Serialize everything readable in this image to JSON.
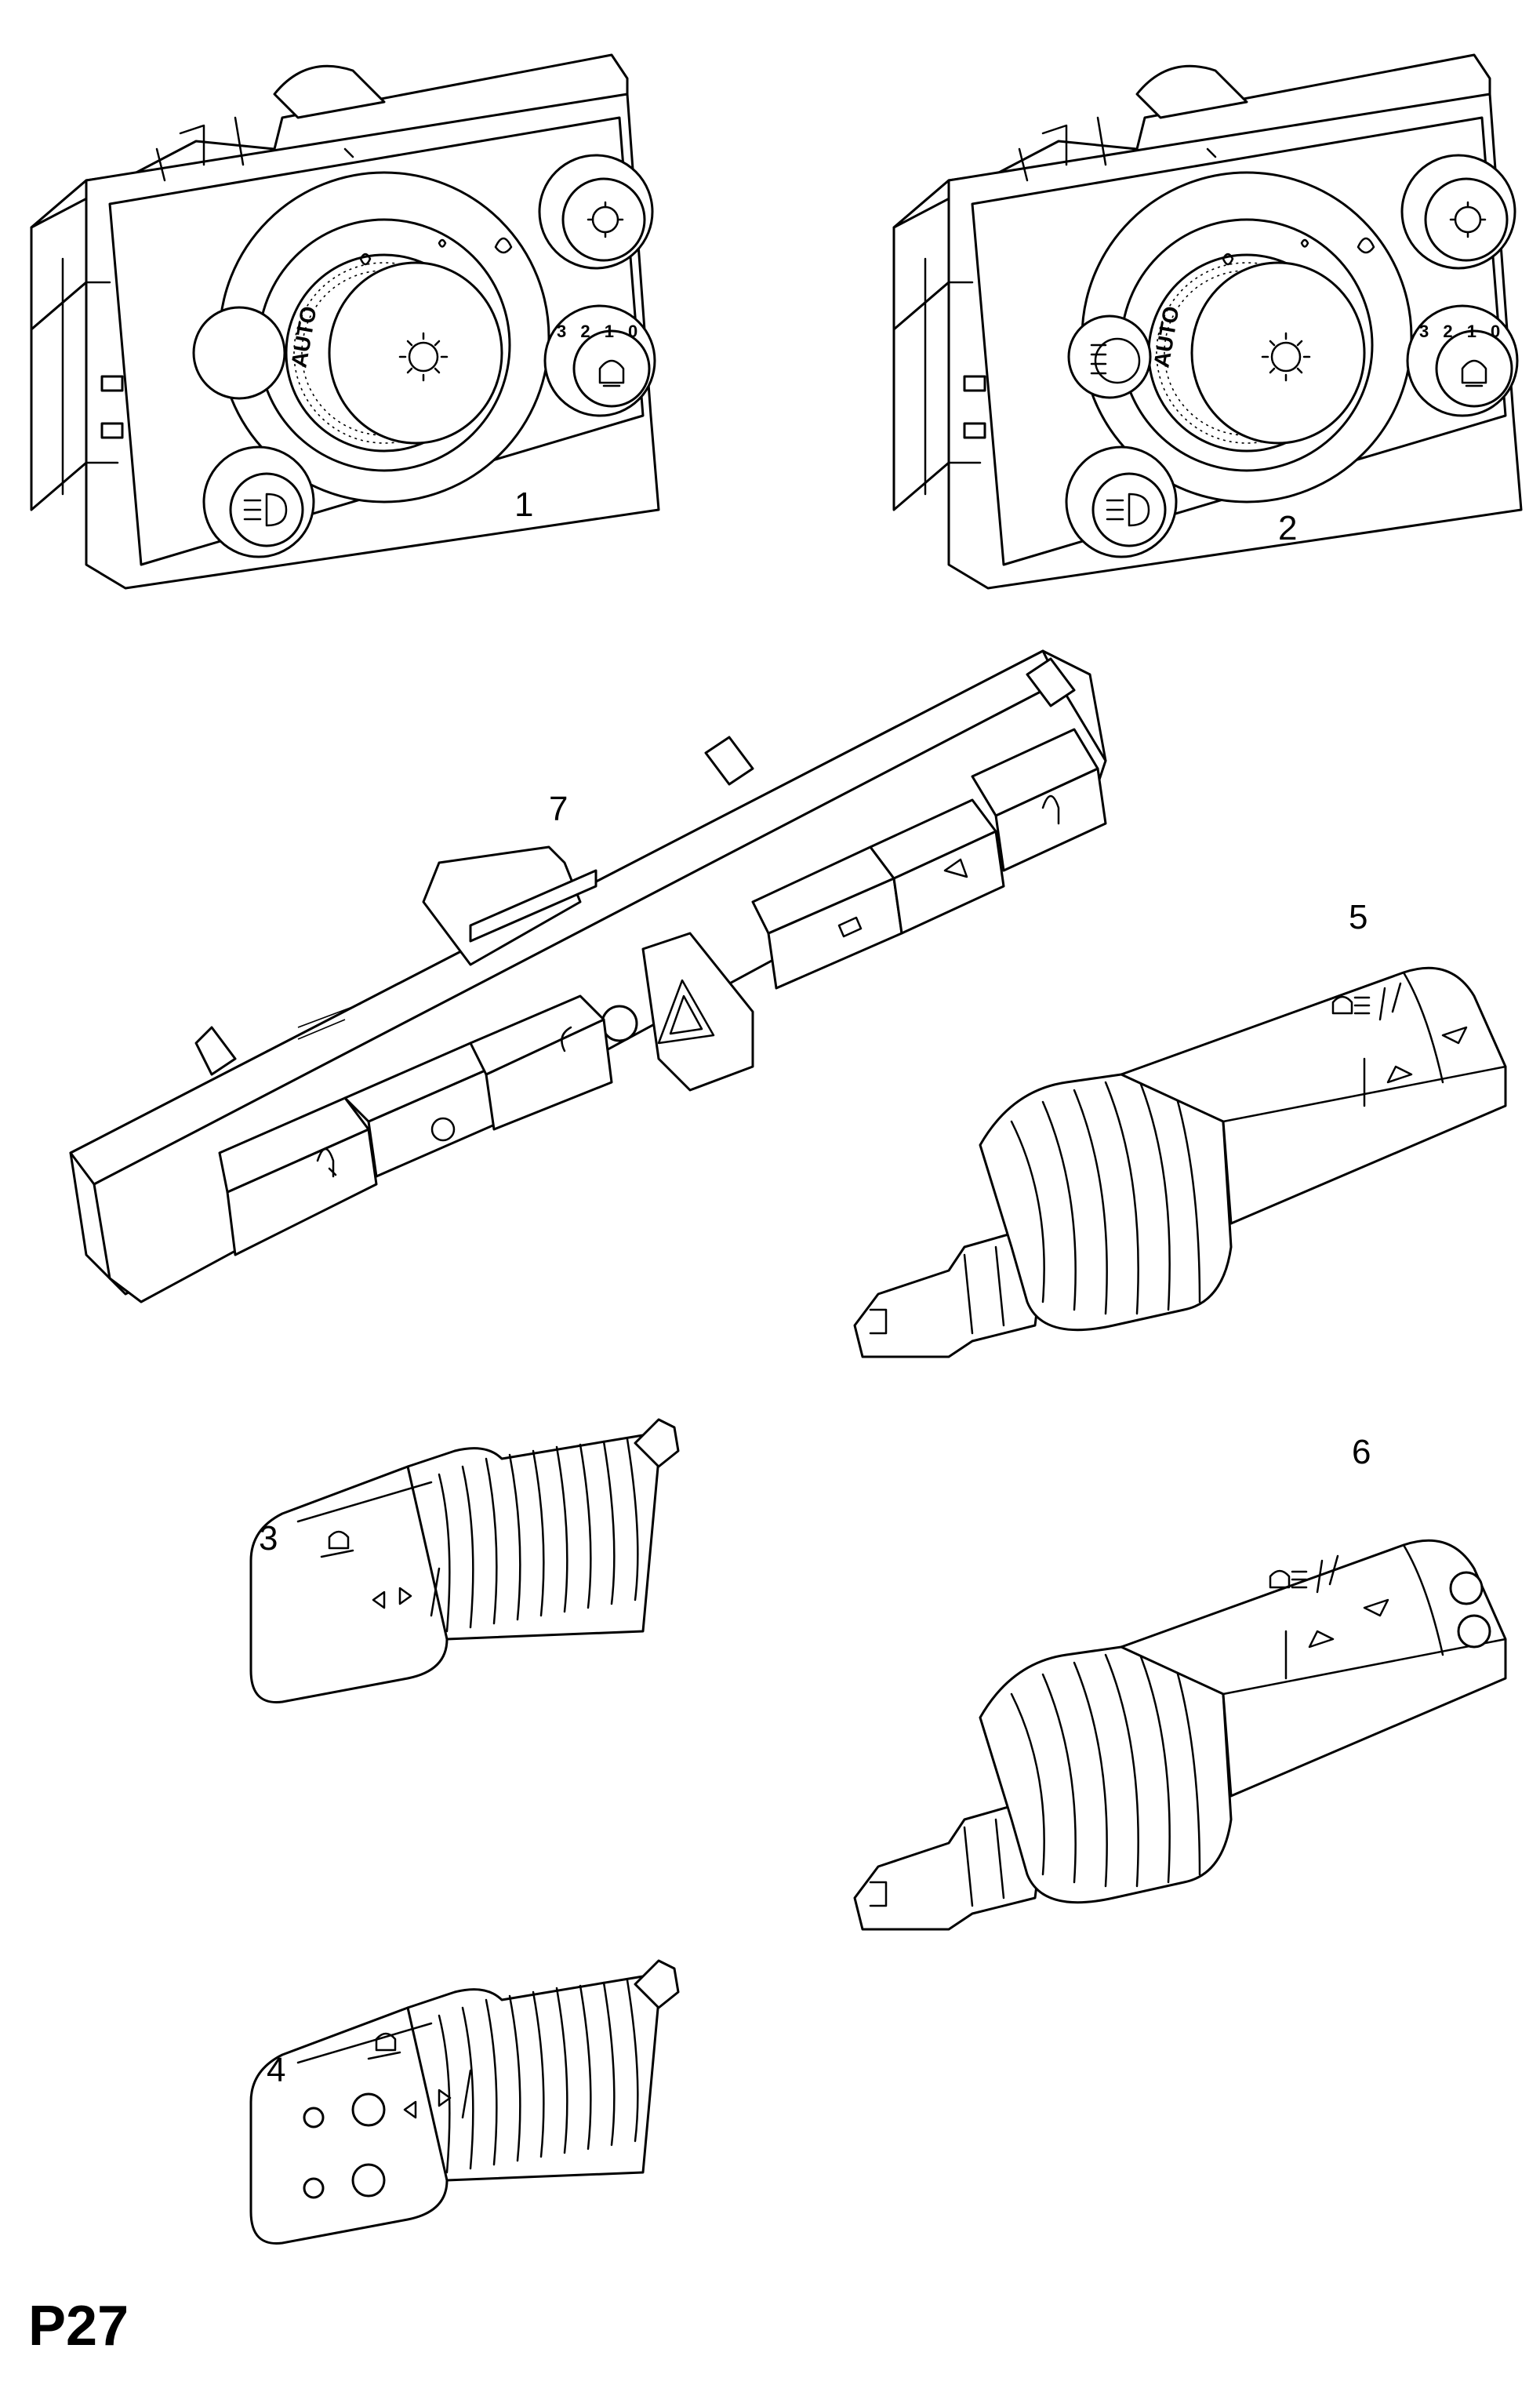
{
  "diagram": {
    "page_code": "P27",
    "parts": [
      {
        "id": "heater-control-panel-1",
        "callout": "1",
        "knob_text": "AUTO",
        "dial_marks": "3 2 1 0"
      },
      {
        "id": "heater-control-panel-2",
        "callout": "2",
        "knob_text": "AUTO",
        "dial_marks": "3 2 1 0"
      },
      {
        "id": "light-switch-stalk-3",
        "callout": "3"
      },
      {
        "id": "light-switch-stalk-4",
        "callout": "4"
      },
      {
        "id": "indicator-stalk-5",
        "callout": "5"
      },
      {
        "id": "indicator-stalk-6",
        "callout": "6"
      },
      {
        "id": "switch-bar-7",
        "callout": "7"
      }
    ]
  }
}
